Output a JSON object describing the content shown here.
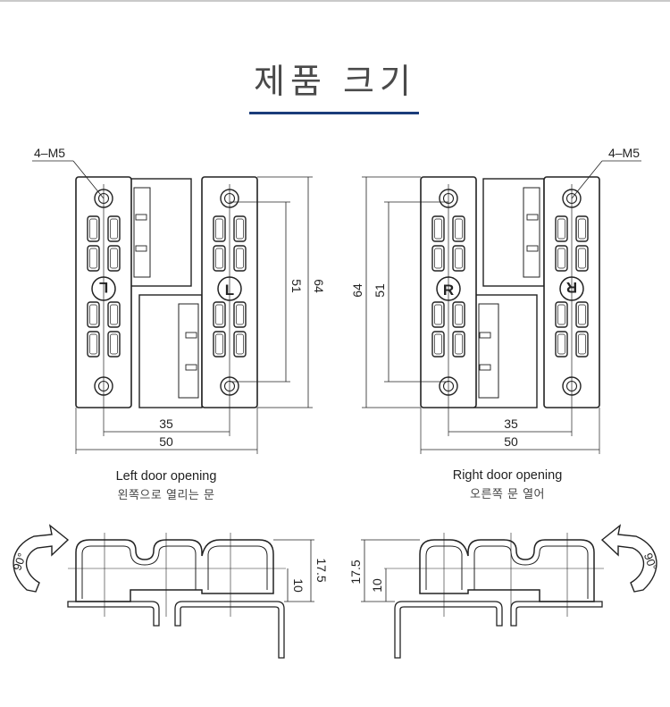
{
  "title": "제품 크기",
  "left_view": {
    "callout": "4–M5",
    "dim_width_holes": "35",
    "dim_width_total": "50",
    "dim_height_holes": "51",
    "dim_height_total": "64",
    "mark": "L",
    "caption_en": "Left door opening",
    "caption_ko": "왼쪽으로 열리는 문"
  },
  "right_view": {
    "callout": "4–M5",
    "dim_width_holes": "35",
    "dim_width_total": "50",
    "dim_height_holes": "51",
    "dim_height_total": "64",
    "mark": "R",
    "caption_en": "Right door opening",
    "caption_ko": "오른쪽 문 열어"
  },
  "side_left": {
    "rotation": "90°",
    "dim_total": "17.5",
    "dim_inner": "10"
  },
  "side_right": {
    "rotation": "90°",
    "dim_total": "17.5",
    "dim_inner": "10"
  }
}
